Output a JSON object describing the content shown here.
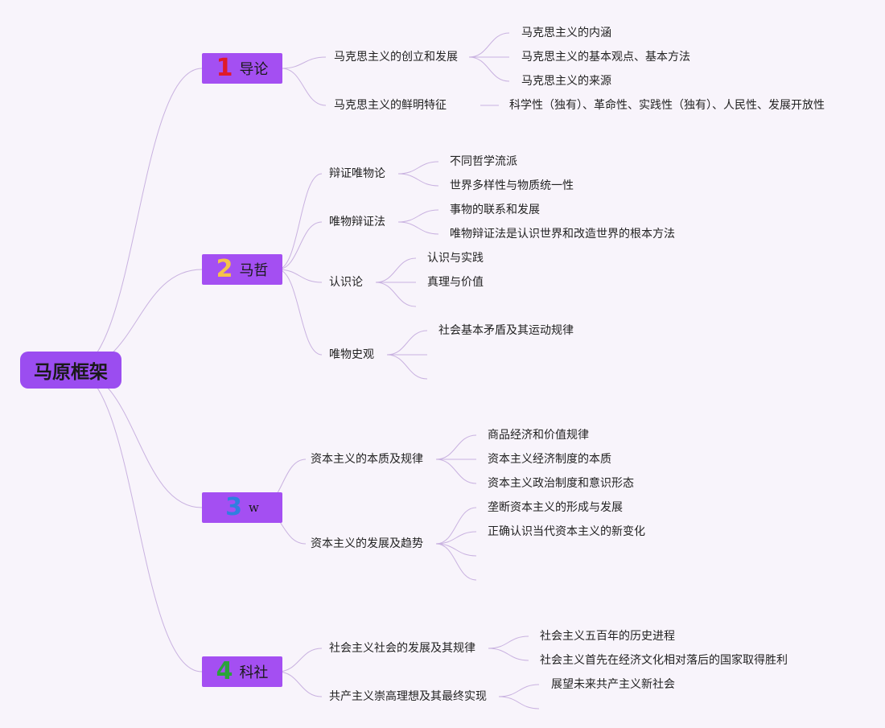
{
  "root": "马原框架",
  "branches": [
    {
      "num": "1",
      "num_color": "#e01a2a",
      "label": "导论",
      "topics": [
        {
          "label": "马克思主义的创立和发展",
          "items": [
            "马克思主义的内涵",
            "马克思主义的基本观点、基本方法",
            "马克思主义的来源"
          ]
        },
        {
          "label": "马克思主义的鲜明特征",
          "items": [
            "科学性（独有）、革命性、实践性（独有）、人民性、发展开放性"
          ]
        }
      ]
    },
    {
      "num": "2",
      "num_color": "#f5c24a",
      "label": "马哲",
      "topics": [
        {
          "label": "辩证唯物论",
          "items": [
            "不同哲学流派",
            "世界多样性与物质统一性"
          ]
        },
        {
          "label": "唯物辩证法",
          "items": [
            "事物的联系和发展",
            "唯物辩证法是认识世界和改造世界的根本方法"
          ]
        },
        {
          "label": "认识论",
          "items": [
            "认识与实践",
            "真理与价值",
            ""
          ]
        },
        {
          "label": "唯物史观",
          "items": [
            "社会基本矛盾及其运动规律",
            "",
            ""
          ]
        }
      ]
    },
    {
      "num": "3",
      "num_color": "#2f7fe0",
      "label": "w",
      "topics": [
        {
          "label": "资本主义的本质及规律",
          "items": [
            "商品经济和价值规律",
            "资本主义经济制度的本质",
            "资本主义政治制度和意识形态"
          ]
        },
        {
          "label": "资本主义的发展及趋势",
          "items": [
            "垄断资本主义的形成与发展",
            "正确认识当代资本主义的新变化",
            "",
            ""
          ]
        }
      ]
    },
    {
      "num": "4",
      "num_color": "#2aa33a",
      "label": "科社",
      "topics": [
        {
          "label": "社会主义社会的发展及其规律",
          "items": [
            "社会主义五百年的历史进程",
            "社会主义首先在经济文化相对落后的国家取得胜利"
          ]
        },
        {
          "label": "共产主义崇高理想及其最终实现",
          "items": [
            "展望未来共产主义新社会",
            ""
          ]
        }
      ]
    }
  ]
}
